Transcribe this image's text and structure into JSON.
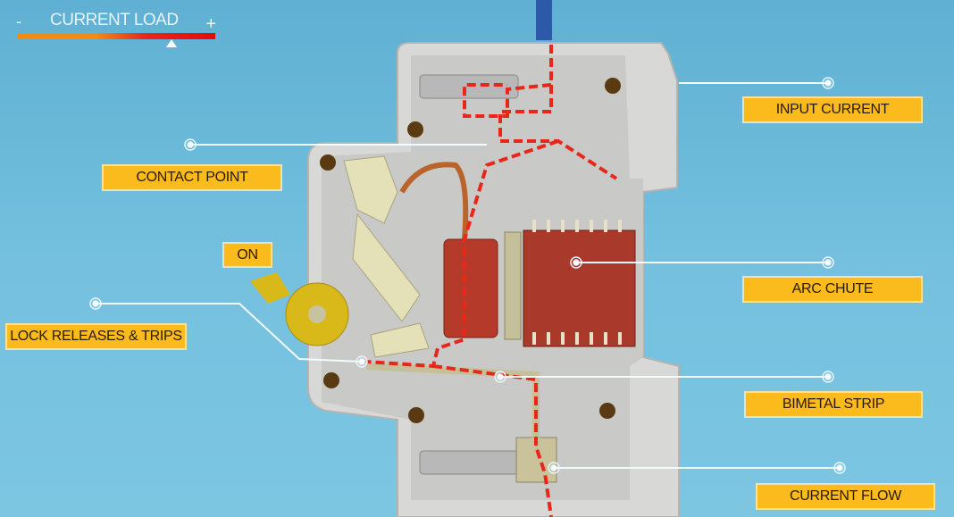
{
  "load_indicator": {
    "title": "CURRENT LOAD",
    "min_symbol": "-",
    "max_symbol": "+",
    "level": 0.78
  },
  "labels": {
    "input_current": "INPUT CURRENT",
    "contact_point": "CONTACT POINT",
    "on": "ON",
    "lock_releases": "LOCK RELEASES & TRIPS",
    "arc_chute": "ARC CHUTE",
    "bimetal_strip": "BIMETAL STRIP",
    "current_flow": "CURRENT FLOW"
  },
  "colors": {
    "label_bg": "#fbbb1c",
    "current_path": "#e8261a",
    "background": "#74c0de"
  }
}
